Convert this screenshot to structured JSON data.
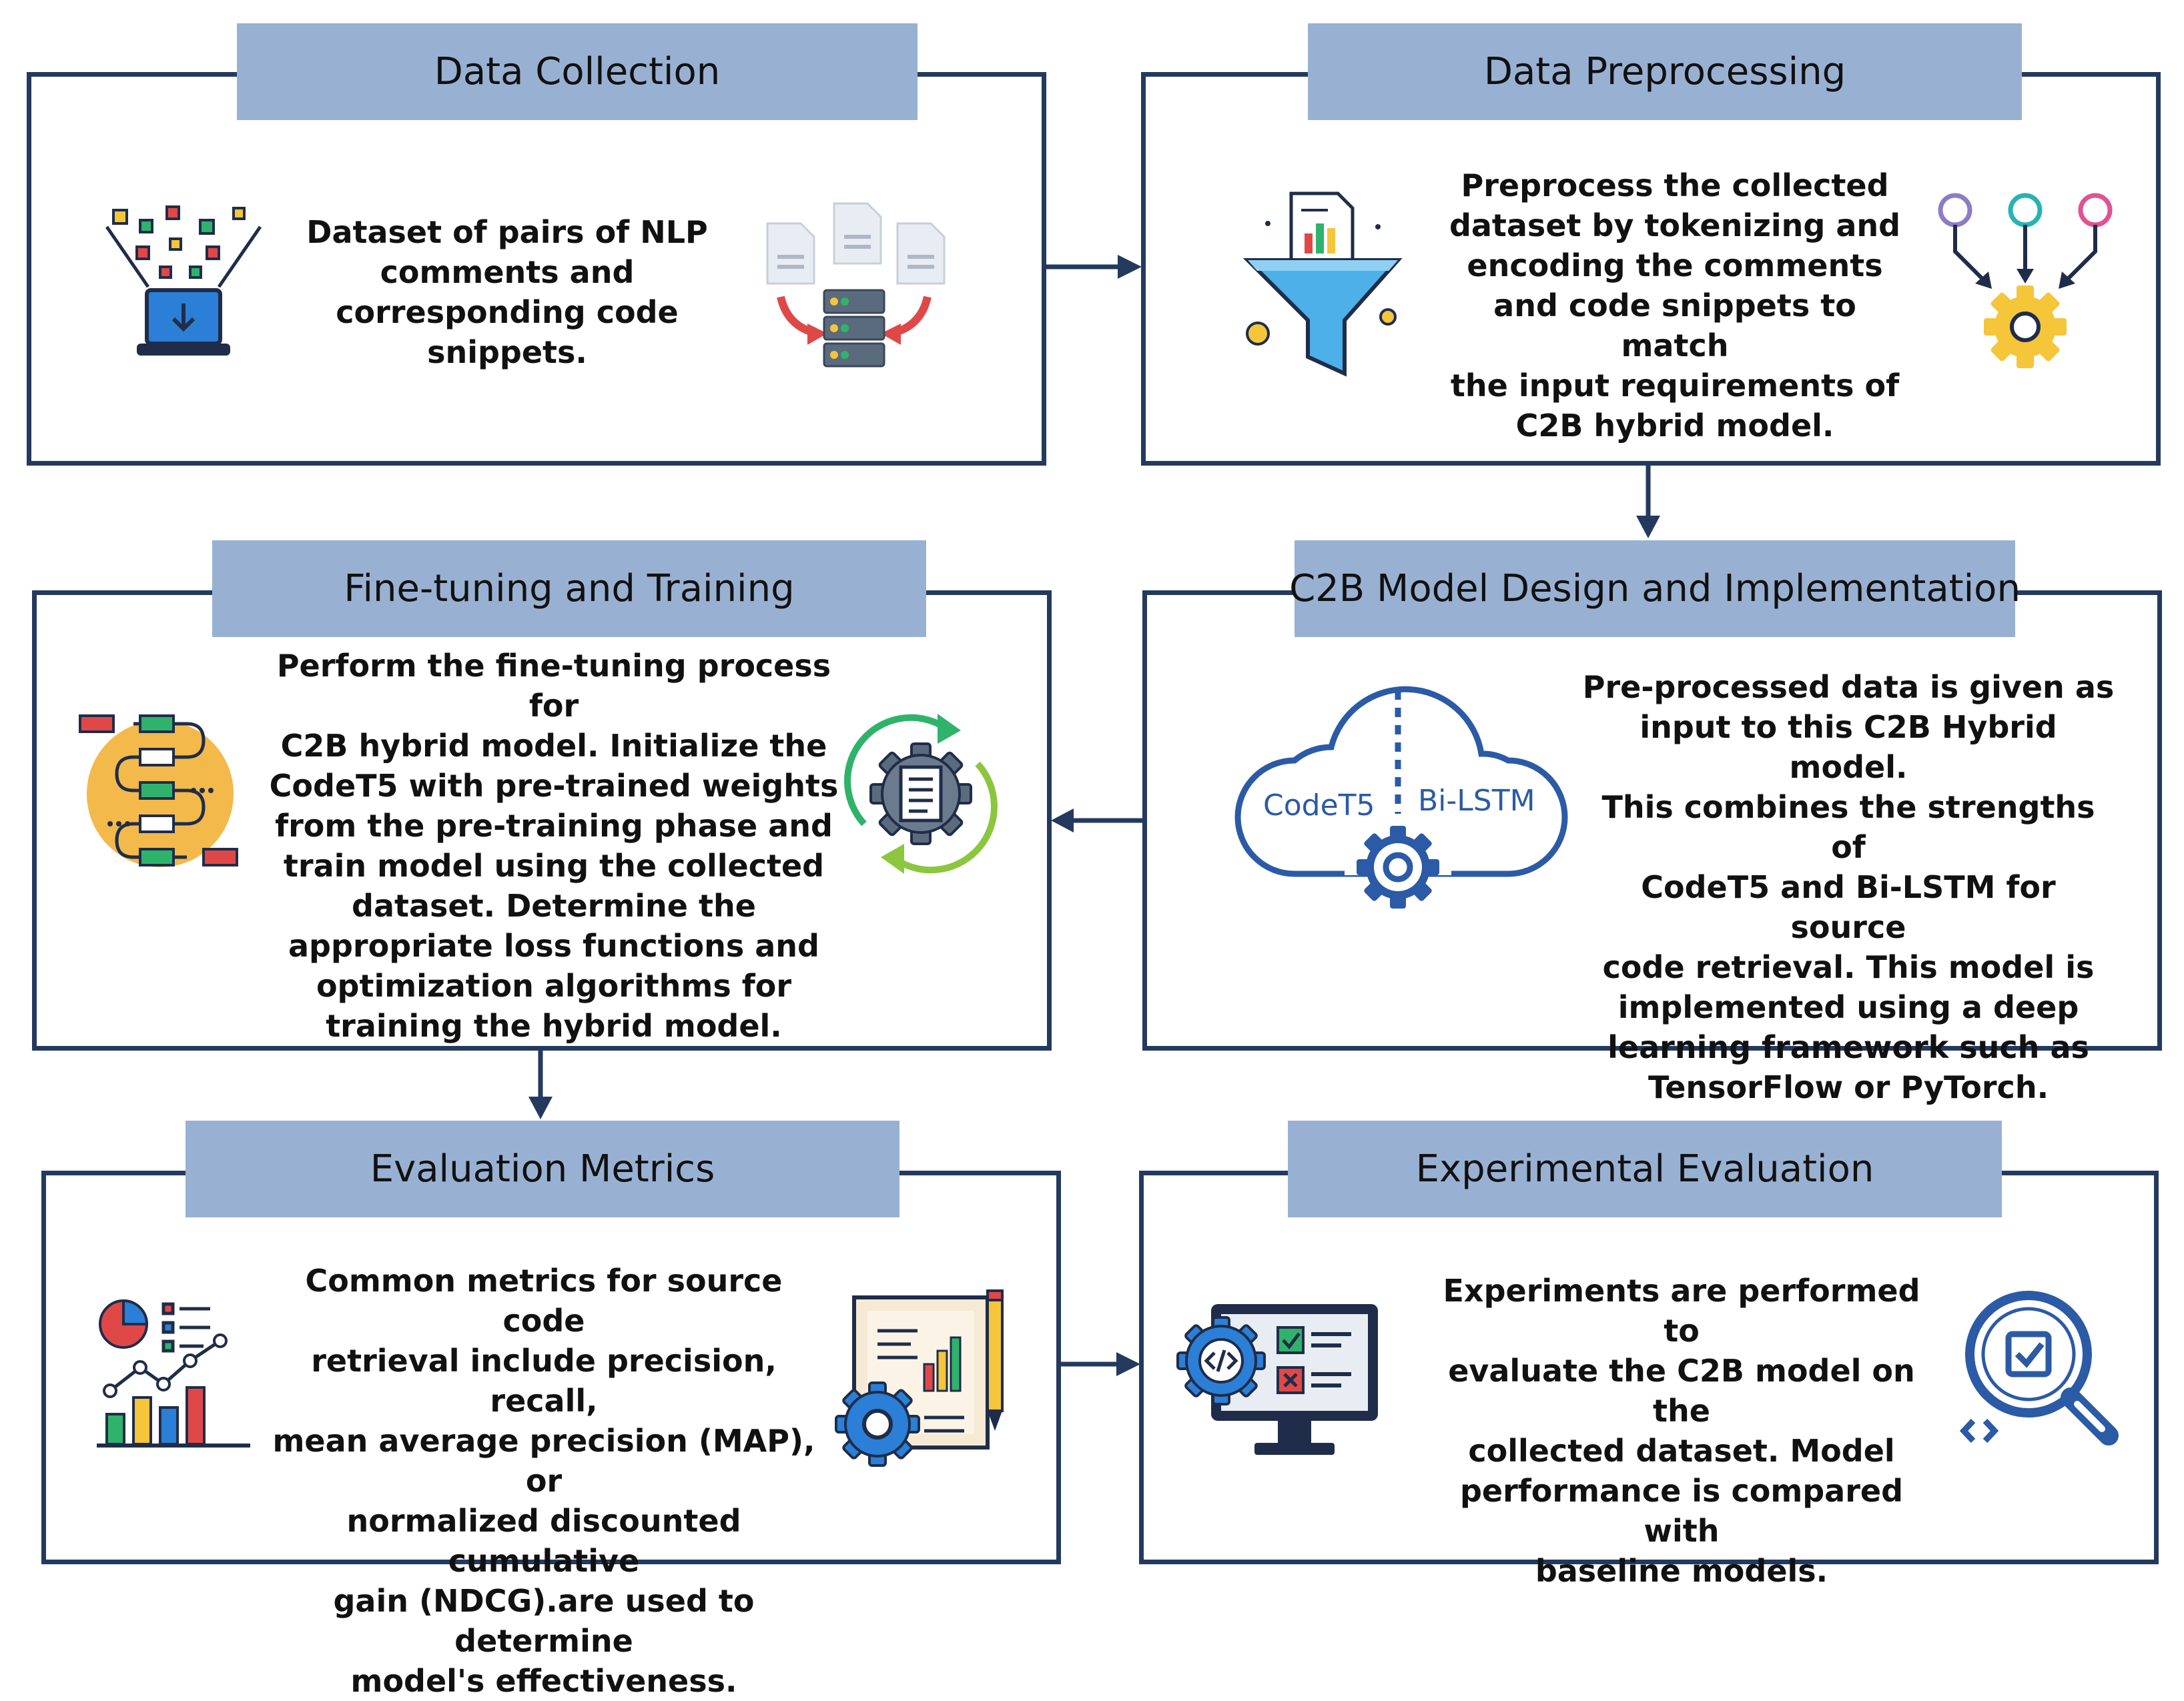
{
  "steps": {
    "data_collection": {
      "title": "Data Collection",
      "text": "Dataset of pairs of NLP\ncomments and\ncorresponding code\nsnippets."
    },
    "data_preprocessing": {
      "title": "Data Preprocessing",
      "text": "Preprocess the collected\ndataset by tokenizing and\nencoding the comments\nand code snippets to match\nthe input requirements of\nC2B hybrid model."
    },
    "model_design": {
      "title": "C2B Model Design and Implementation",
      "text": "Pre-processed data is given as\ninput to this C2B Hybrid model.\nThis combines the strengths of\nCodeT5 and Bi-LSTM for source\ncode retrieval. This model is\nimplemented using a deep\nlearning framework such as\nTensorFlow or PyTorch.",
      "cloud_left_label": "CodeT5",
      "cloud_right_label": "Bi-LSTM"
    },
    "fine_tuning": {
      "title": "Fine-tuning and Training",
      "text": "Perform the fine-tuning process for\nC2B hybrid model. Initialize the\nCodeT5 with pre-trained weights\nfrom the pre-training phase and\ntrain model using the collected\ndataset. Determine the\nappropriate loss functions and\noptimization algorithms for\ntraining the hybrid model."
    },
    "evaluation_metrics": {
      "title": "Evaluation Metrics",
      "text": "Common metrics for source code\nretrieval include precision, recall,\nmean average precision (MAP), or\nnormalized discounted cumulative\ngain (NDCG).are used to determine\nmodel's effectiveness."
    },
    "experimental_evaluation": {
      "title": "Experimental Evaluation",
      "text": "Experiments are performed to\nevaluate the C2B model on the\ncollected dataset. Model\nperformance is compared with\nbaseline models."
    }
  },
  "colors": {
    "border": "#233a5e",
    "header_fill": "#98b1d3",
    "icon_navy": "#1f2d4a",
    "icon_blue": "#2b7fd6",
    "icon_yellow": "#f5c53a",
    "icon_red": "#e04848",
    "icon_green": "#2fb36b",
    "icon_teal": "#27b3b3"
  }
}
